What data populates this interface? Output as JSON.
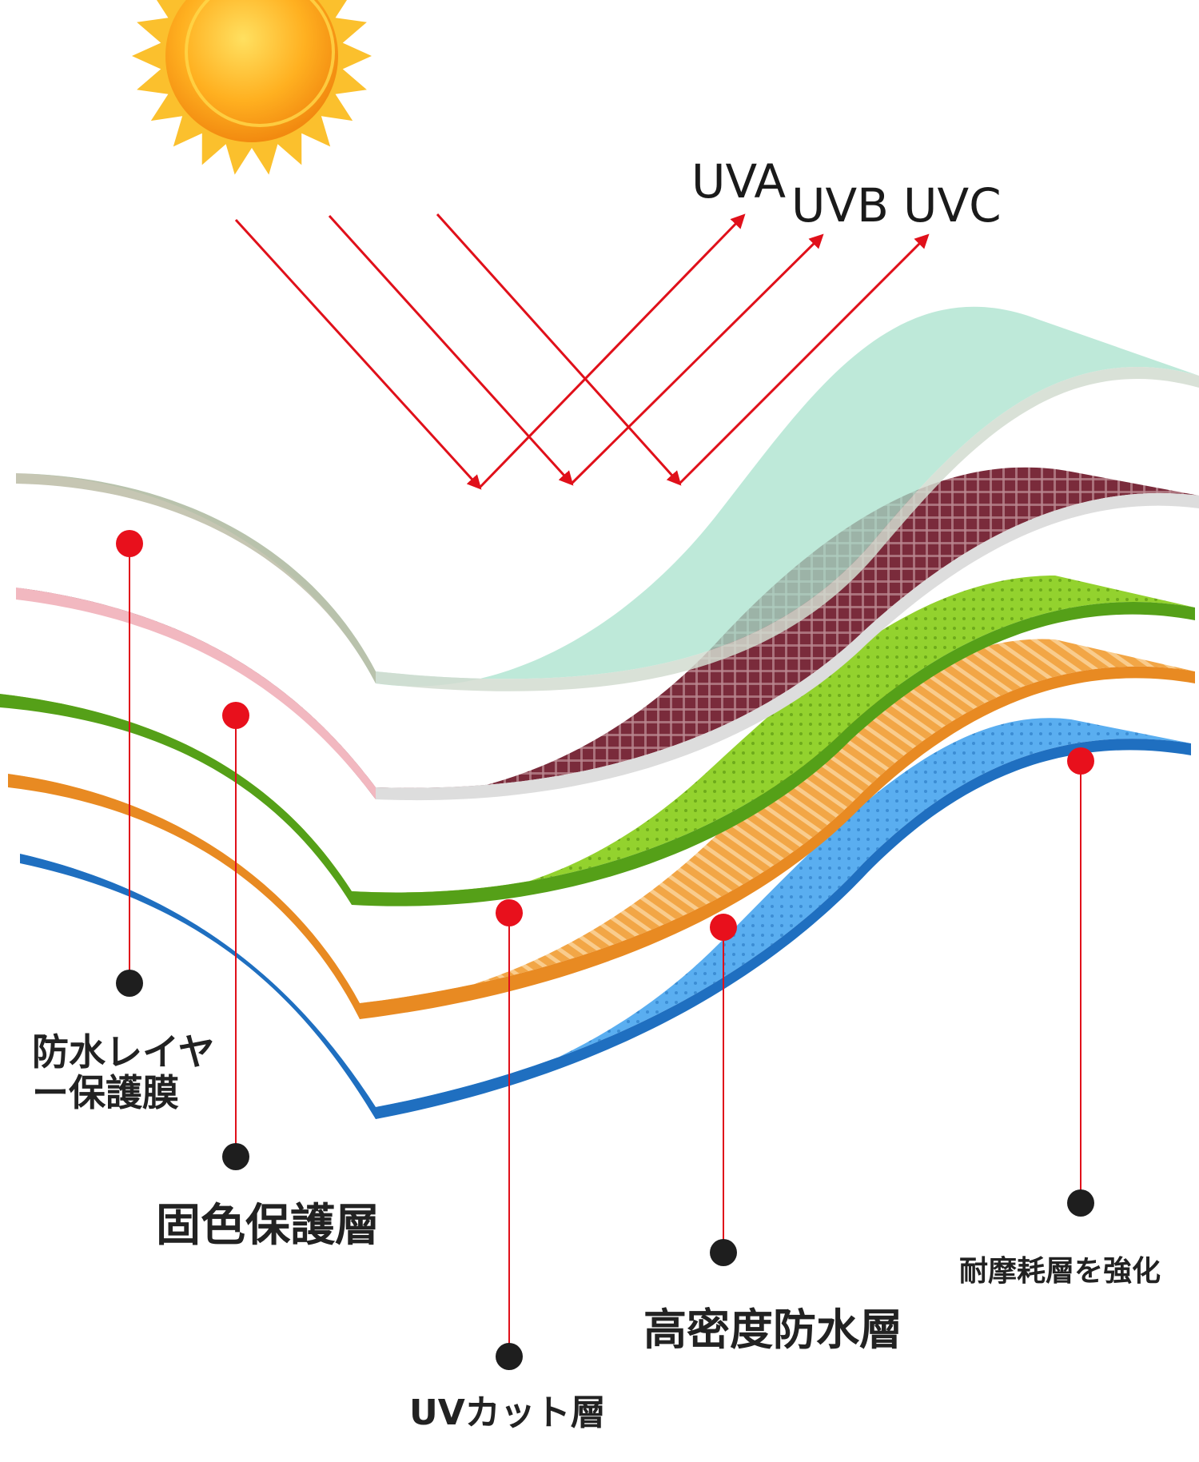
{
  "rays": {
    "labels": [
      "UVA",
      "UVB",
      "UVC"
    ],
    "color": "#e0101a"
  },
  "layers": [
    {
      "id": "waterproof-film",
      "label_lines": [
        "防水レイヤ",
        "ー保護膜"
      ],
      "color": "#9fdcc4"
    },
    {
      "id": "color-fix",
      "label_lines": [
        "固色保護層"
      ],
      "color": "#7a2b3b"
    },
    {
      "id": "uv-cut",
      "label_lines": [
        "UVカット層"
      ],
      "color": "#8fcf2a"
    },
    {
      "id": "high-density",
      "label_lines": [
        "高密度防水層"
      ],
      "color": "#f0a040"
    },
    {
      "id": "wear-resist",
      "label_lines": [
        "耐摩耗層を強化"
      ],
      "color": "#3e95dc"
    }
  ],
  "colors": {
    "marker_red": "#e8101c",
    "marker_dark": "#1e1e1e",
    "leader": "#e0101a"
  }
}
